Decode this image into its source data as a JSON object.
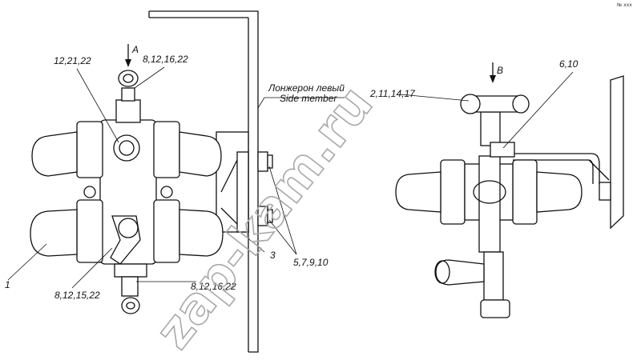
{
  "corner_mark": "№ ххх",
  "view_a": {
    "letter": "A"
  },
  "view_b": {
    "letter": "B"
  },
  "labels": {
    "l_12_21_22": "12,21,22",
    "l_8_12_16_22_top": "8,12,16,22",
    "l_side_ru": "Лонжерон левый",
    "l_side_en": "Side member",
    "l_2_11_14_17": "2,11,14,17",
    "l_6_10": "6,10",
    "l_1": "1",
    "l_3": "3",
    "l_5_7_9_10": "5,7,9,10",
    "l_8_12_15_22": "8,12,15,22",
    "l_8_12_16_22_bottom": "8,12,16,22"
  },
  "watermark": "zap-kam.ru"
}
